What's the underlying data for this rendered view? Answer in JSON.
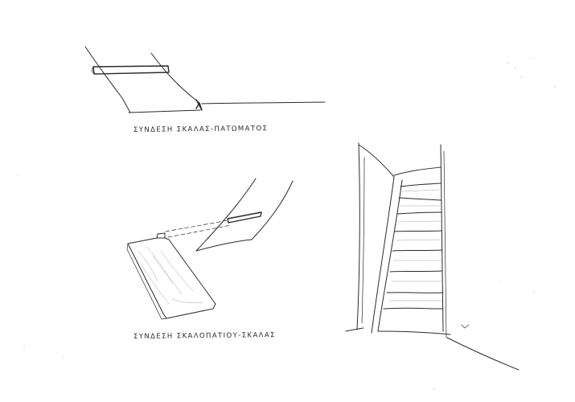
{
  "page": {
    "background": "#ffffff",
    "ink_color": "#2b2b2b"
  },
  "sketches": [
    {
      "id": "stair-floor-connection",
      "caption": "ΣΥΝΔΕΣΗ ΣΚΑΛΑΣ-ΠΑΤΩΜΑΤΟΣ"
    },
    {
      "id": "tread-stringer-connection",
      "caption": "ΣΥΝΔΕΣΗ ΣΚΑΛΟΠΑΤΙΟΥ-ΣΚΑΛΑΣ"
    },
    {
      "id": "staircase-perspective",
      "caption": ""
    }
  ]
}
